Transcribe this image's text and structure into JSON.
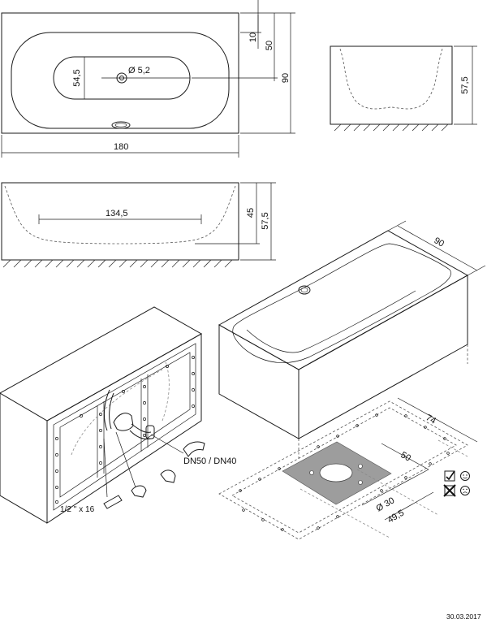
{
  "dimensions": {
    "length": "180",
    "width": "90",
    "edge_10": "10",
    "edge_50": "50",
    "inner_width": "54,5",
    "drain_diameter": "Ø 5,2",
    "inner_length": "134,5",
    "depth_inner": "45",
    "height_total": "57,5",
    "height_side": "57,5",
    "iso_width": "90",
    "floor_74": "74",
    "floor_50": "50",
    "pipe_30": "Ø 30",
    "floor_49_5": "49,5"
  },
  "labels": {
    "drain_standard": "DN50 / DN40",
    "inlet_size": "1/2 '' x 16"
  },
  "date": "30.03.2017"
}
